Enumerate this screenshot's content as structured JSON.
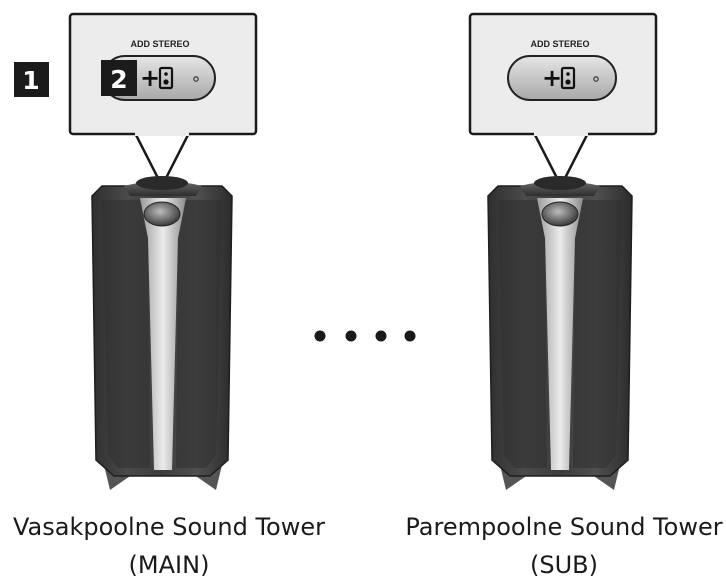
{
  "steps": {
    "step1": "1",
    "step2": "2"
  },
  "panels": {
    "main": {
      "button_label": "ADD STEREO",
      "button_symbol": "+"
    },
    "sub": {
      "button_label": "ADD STEREO",
      "button_symbol": "+"
    }
  },
  "speakers": {
    "main": {
      "name": "Vasakpoolne Sound Tower",
      "role": "(MAIN)"
    },
    "sub": {
      "name": "Parempoolne Sound Tower",
      "role": "(SUB)"
    }
  },
  "connector": {
    "dot_count": 4
  },
  "colors": {
    "body_dark": "#3a3a3a",
    "body_light": "#d8d8d8",
    "panel_bg": "#ececec",
    "badge": "#1b1b1b"
  }
}
